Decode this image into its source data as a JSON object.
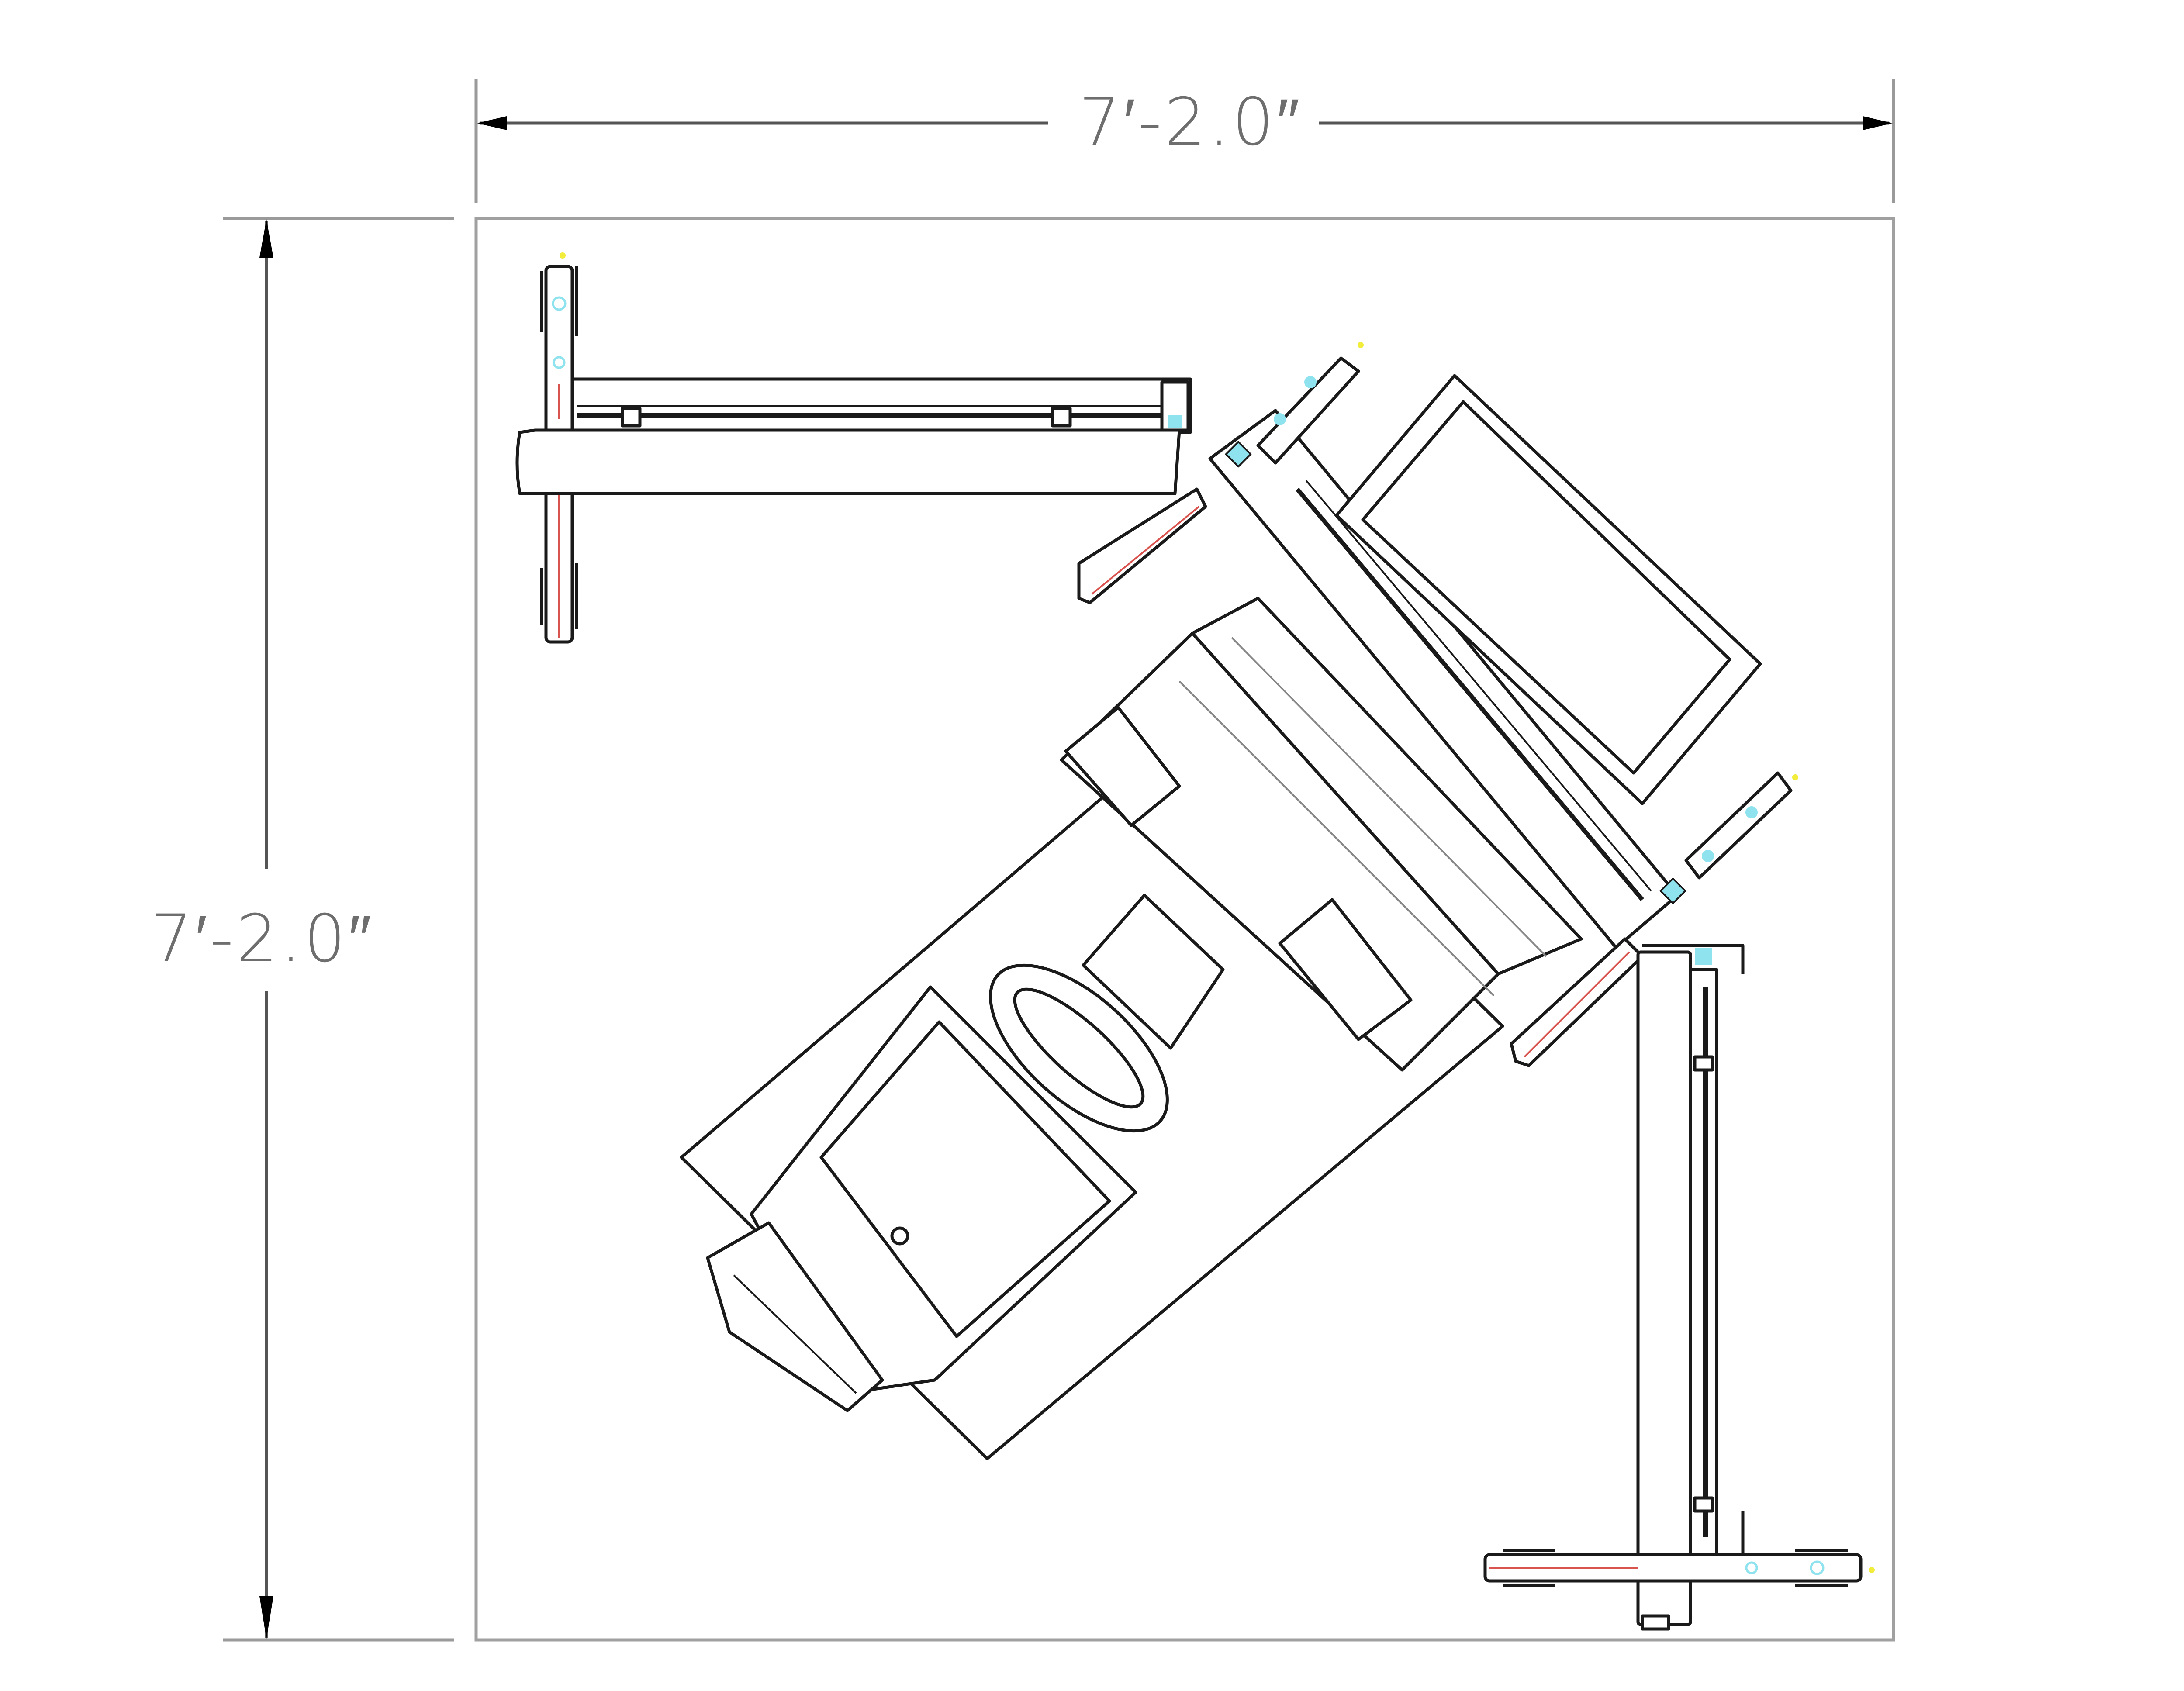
{
  "drawing": {
    "type": "floor-plan-footprint",
    "dimensions": {
      "width_label": "7′-2.0″",
      "height_label": "7′-2.0″"
    },
    "components": [
      {
        "id": "footprint-boundary",
        "label": "Room footprint square"
      },
      {
        "id": "chair",
        "label": "Reclining chair (rotated ~45°)"
      },
      {
        "id": "headrest-back",
        "label": "Chair backrest/headrest"
      },
      {
        "id": "seat",
        "label": "Chair seat"
      },
      {
        "id": "foot-control",
        "label": "Round foot control"
      },
      {
        "id": "arm-top-left",
        "label": "Horizontal articulating arm / tray"
      },
      {
        "id": "arm-bottom-right",
        "label": "Vertical articulating arm / tray"
      },
      {
        "id": "cross-bar",
        "label": "Diagonal cross member with end caps"
      }
    ],
    "colors": {
      "line": "#1a1a1a",
      "dim_line": "#9a9a9a",
      "dim_text": "#6e6e6e",
      "centerline_red": "#d9534f",
      "accent_cyan": "#8fe3ee",
      "marker_yellow": "#f2ec3a",
      "background": "#ffffff"
    }
  }
}
